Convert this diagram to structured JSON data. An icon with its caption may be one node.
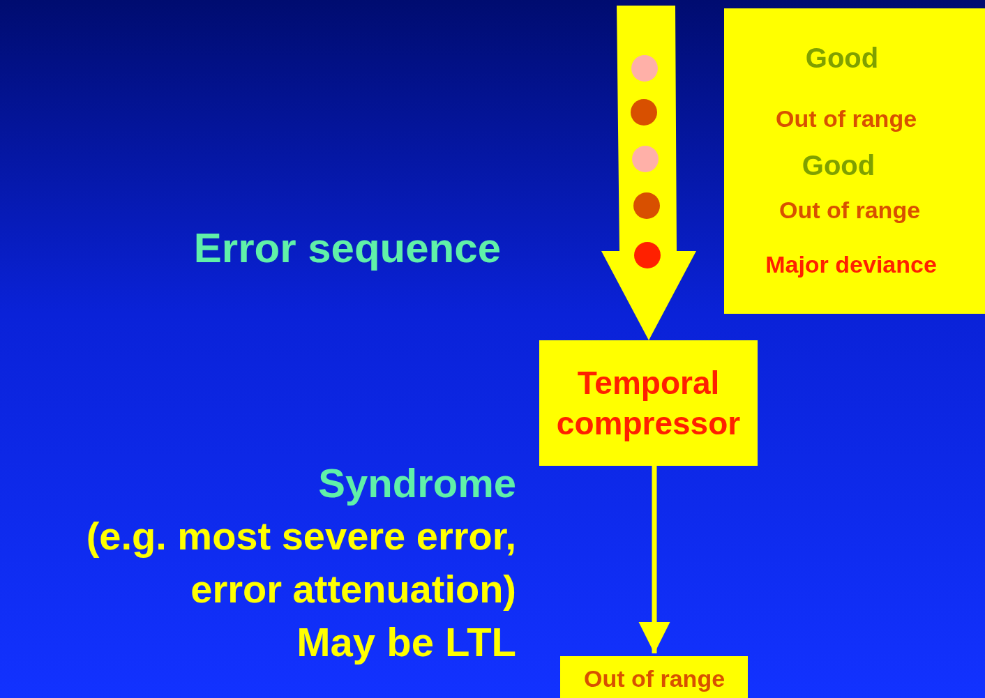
{
  "diagram": {
    "nodes": [
      {
        "text": [
          "Good",
          "Out of range",
          "Good",
          "Out of range",
          "Major deviance"
        ]
      },
      {
        "text": [],
        "shape": "circle"
      },
      {
        "text": [],
        "shape": "circle"
      },
      {
        "text": [],
        "shape": "circle"
      },
      {
        "text": [],
        "shape": "circle"
      },
      {
        "text": [],
        "shape": "circle"
      },
      {
        "text": [
          "Temporal compressor"
        ]
      },
      {
        "text": [
          "Out of range"
        ]
      }
    ],
    "edges": [
      {
        "from": null,
        "to": 6,
        "arrow": "to",
        "style": "thick"
      },
      {
        "from": 6,
        "to": 7,
        "arrow": "to"
      }
    ],
    "labels": [
      "Error sequence",
      "Syndrome",
      "(e.g. most severe error, error attenuation)",
      "May be LTL"
    ]
  }
}
